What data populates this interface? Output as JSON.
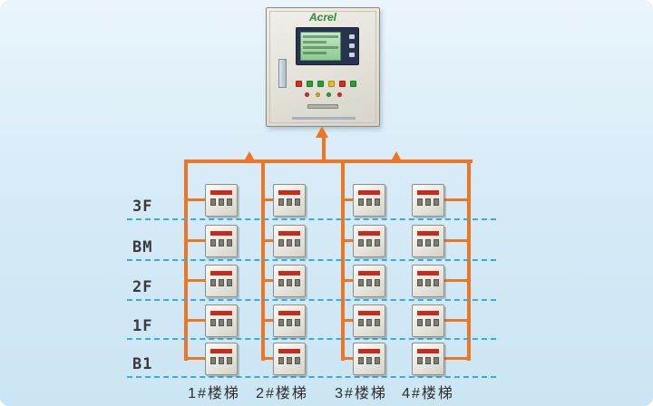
{
  "cabinet": {
    "brand": "Acrel",
    "indicator_colors": [
      "#d03020",
      "#28a030",
      "#28a030",
      "#e0c020",
      "#d03020",
      "#28a030"
    ],
    "small_indicator_colors": [
      "#d03020",
      "#e0a020",
      "#28a030",
      "#d03020"
    ]
  },
  "floors": [
    "3F",
    "BM",
    "2F",
    "1F",
    "B1"
  ],
  "stairs": [
    "1#楼梯",
    "2#楼梯",
    "3#楼梯",
    "4#楼梯"
  ],
  "grid": {
    "rows": 5,
    "cols": 4,
    "device_count": 20
  },
  "colors": {
    "bus_orange": "#ee7623",
    "floor_line_blue": "#36ade2",
    "device_label_red": "#c62b1d",
    "brand_green": "#2e8b2e",
    "lcd_green": "#9fd6a0",
    "background_blue": "#d6ebf7"
  }
}
